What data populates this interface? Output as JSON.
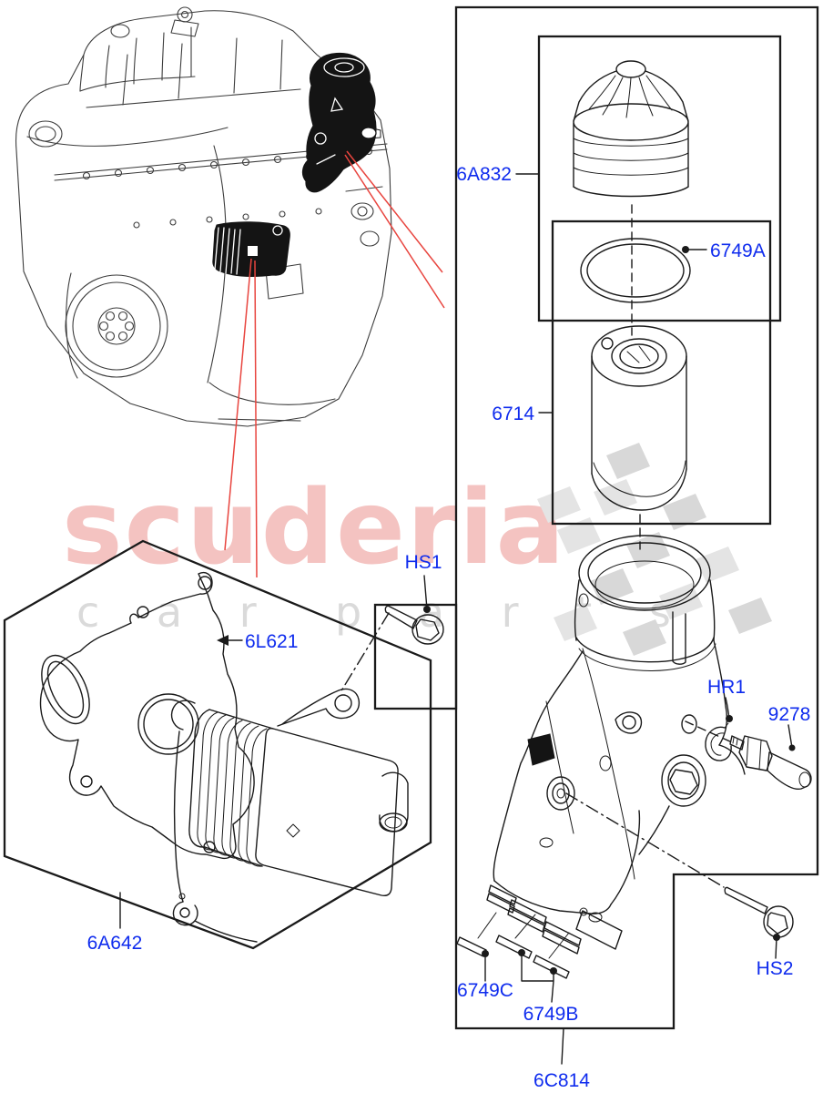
{
  "watermark": {
    "brand": "scuderia",
    "tagline_left": "c a r",
    "tagline_right": "p a r t s",
    "brand_color": "#F4C3C1",
    "tagline_color": "#DADADA"
  },
  "colors": {
    "label_blue": "#0F2CEE",
    "line_black": "#1A1A1A",
    "leader_red": "#E8453F"
  },
  "parts": {
    "filter_cap": "6A832",
    "cap_oring": "6749A",
    "filter_element": "6714",
    "bolt_hs1": "HS1",
    "cooler_gasket": "6L621",
    "retaining_ring": "HR1",
    "oil_pressure_sensor": "9278",
    "oil_cooler": "6A642",
    "housing_gasket_c": "6749C",
    "housing_gasket_b": "6749B",
    "filter_housing": "6C814",
    "bolt_hs2": "HS2"
  }
}
